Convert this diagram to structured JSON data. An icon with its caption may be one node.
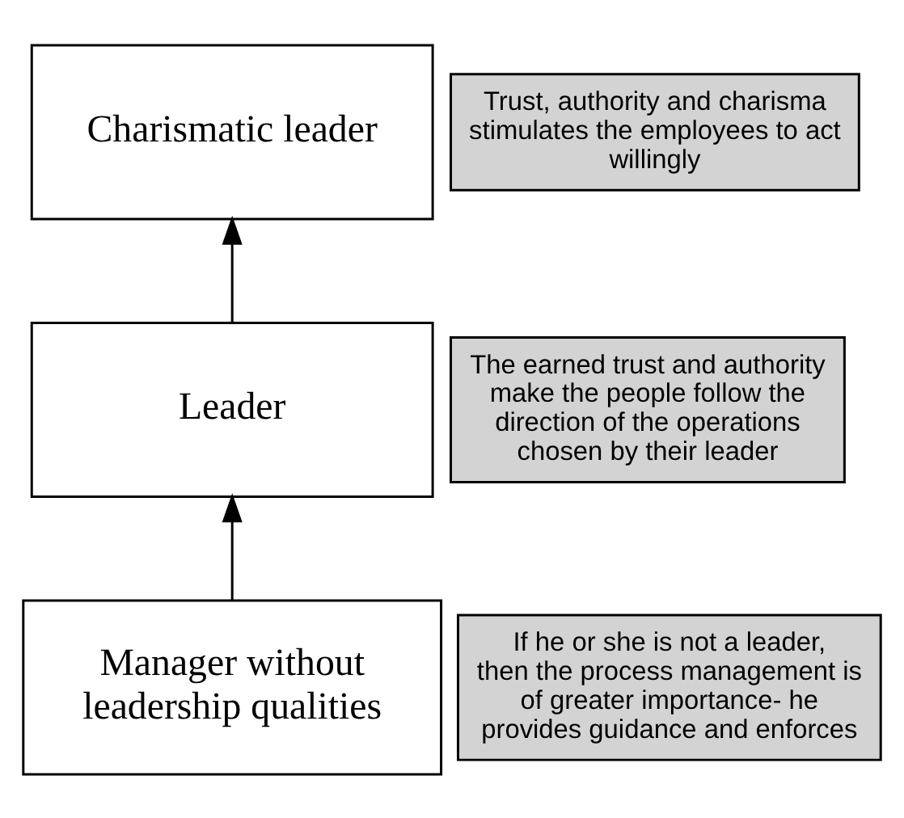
{
  "diagram": {
    "nodes": [
      {
        "text": [
          "Charismatic leader"
        ]
      },
      {
        "text": [
          "Trust, authority and charisma stimulates the employees to act willingly"
        ]
      },
      {
        "text": [
          "Leader"
        ]
      },
      {
        "text": [
          "The earned trust and authority make the people follow the direction of the operations chosen by their leader"
        ]
      },
      {
        "text": [
          "Manager without leadership qualities"
        ]
      },
      {
        "text": [
          "If he or she is not a leader, then the process management is of greater importance- he provides guidance and enforces"
        ]
      }
    ],
    "edges": [
      {
        "from": 4,
        "to": 2,
        "arrow": "to"
      },
      {
        "from": 2,
        "to": 0,
        "arrow": "to"
      }
    ]
  }
}
